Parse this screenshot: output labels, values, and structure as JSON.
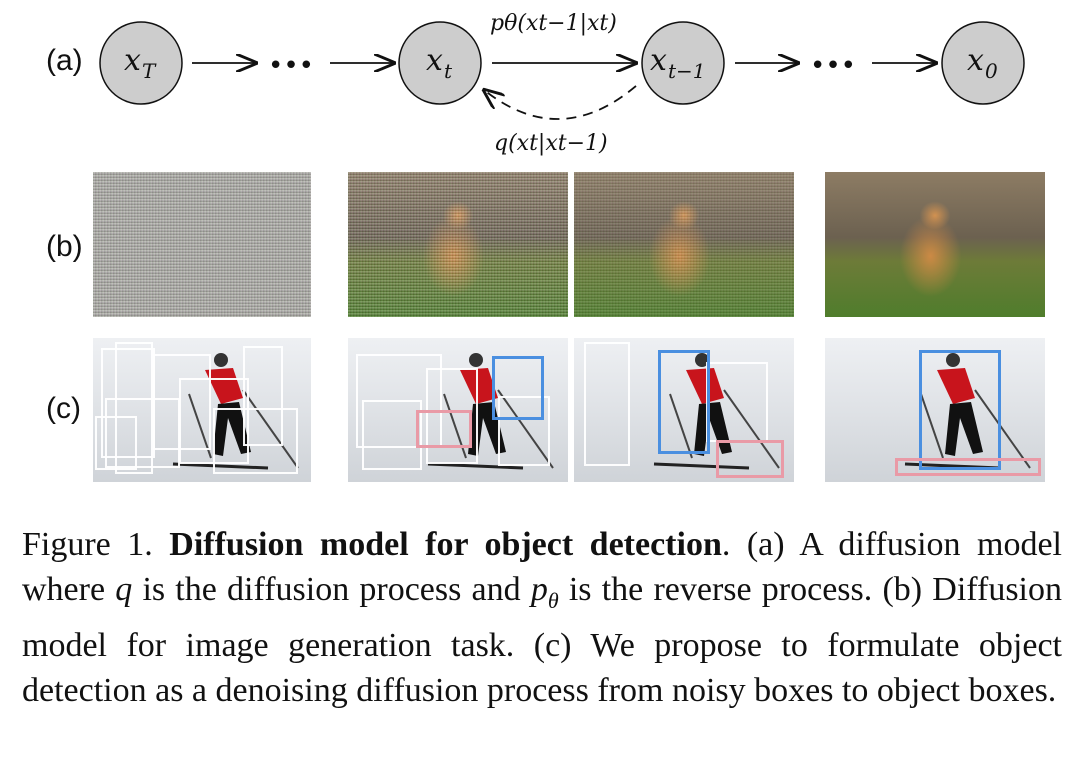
{
  "figure": {
    "row_labels": {
      "a": "(a)",
      "b": "(b)",
      "c": "(c)"
    },
    "nodes": [
      {
        "main": "x",
        "sub": "T"
      },
      {
        "main": "x",
        "sub": "t"
      },
      {
        "main": "x",
        "sub": "t−1"
      },
      {
        "main": "x",
        "sub": "0"
      }
    ],
    "ellipsis": "•••",
    "reverse_label": "pθ(xt−1|xt)",
    "forward_label": "q(xt|xt−1)"
  },
  "caption": {
    "figure_number": "Figure 1.",
    "title": "Diffusion model for object detection",
    "part1": ". (a) A diffusion model where ",
    "q": "q",
    "part2": " is the diffusion process and ",
    "p": "p",
    "theta": "θ",
    "part3": " is the reverse process. (b) Diffusion model for image generation task. (c) We propose to formulate object detection as a denoising diffusion process from noisy boxes to object boxes."
  },
  "colors": {
    "node_fill": "#cdcdcd",
    "box_blue": "#4a8fe0",
    "box_pink": "#e99aa6"
  }
}
